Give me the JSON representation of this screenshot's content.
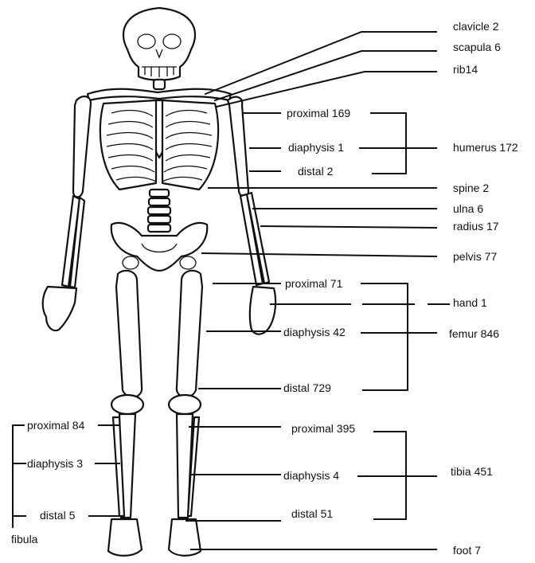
{
  "labels": {
    "clavicle": "clavicle 2",
    "scapula": "scapula 6",
    "rib": "rib14",
    "humerus_proximal": "proximal 169",
    "humerus_diaphysis": "diaphysis 1",
    "humerus_distal": "distal 2",
    "humerus": "humerus 172",
    "spine": "spine 2",
    "ulna": "ulna 6",
    "radius": "radius 17",
    "pelvis": "pelvis 77",
    "femur_proximal": "proximal 71",
    "hand": "hand 1",
    "femur_diaphysis": "diaphysis 42",
    "femur": "femur 846",
    "femur_distal": "distal 729",
    "fibula_proximal": "proximal 84",
    "fibula_diaphysis": "diaphysis 3",
    "fibula_distal": "distal 5",
    "fibula": "fibula",
    "tibia_proximal": "proximal 395",
    "tibia_diaphysis": "diaphysis 4",
    "tibia": "tibia 451",
    "tibia_distal": "distal 51",
    "foot": "foot 7"
  }
}
